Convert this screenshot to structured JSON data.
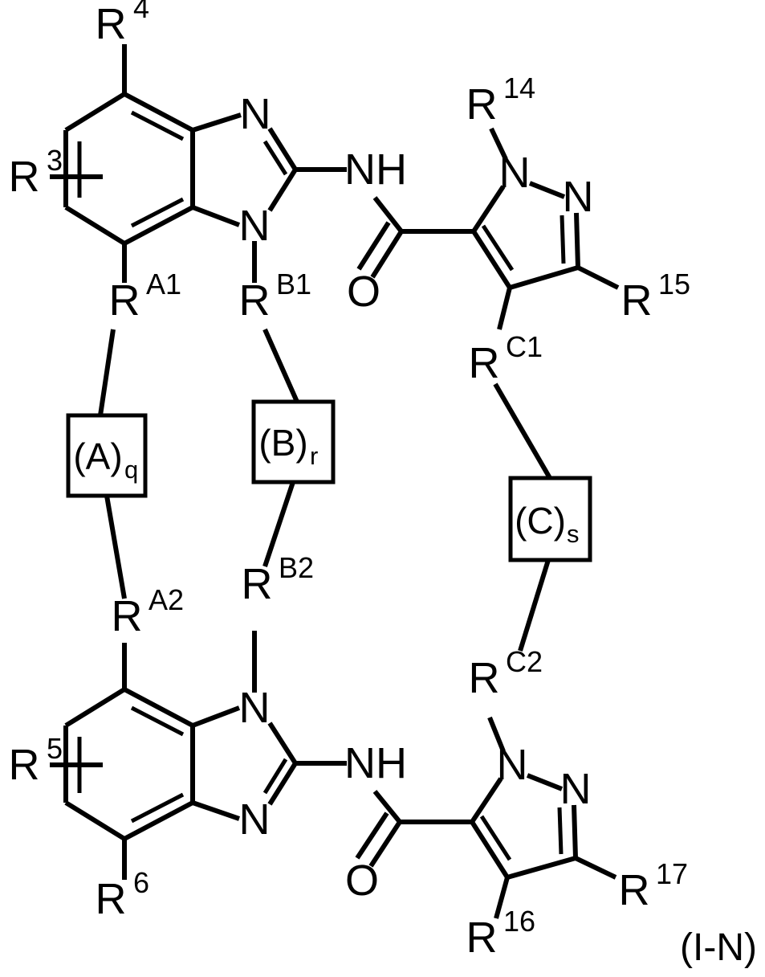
{
  "figure": {
    "type": "chemical-structure",
    "title": "Markush chemical structure formula (I-N)",
    "formula_tag": "(I-N)",
    "description": "Macrocyclic bis(benzimidazole-2-yl pyrazole-5-carboxamide) Markush structure with linker boxes (A)q, (B)r and (C)s"
  },
  "labels": {
    "r3": "R",
    "r3_sup": "3",
    "r4": "R",
    "r4_sup": "4",
    "r5": "R",
    "r5_sup": "5",
    "r6": "R",
    "r6_sup": "6",
    "r14": "R",
    "r14_sup": "14",
    "r15": "R",
    "r15_sup": "15",
    "r16": "R",
    "r16_sup": "16",
    "r17": "R",
    "r17_sup": "17",
    "ra1": "R",
    "ra1_sup": "A1",
    "ra2": "R",
    "ra2_sup": "A2",
    "rb1": "R",
    "rb1_sup": "B1",
    "rb2": "R",
    "rb2_sup": "B2",
    "rc1": "R",
    "rc1_sup": "C1",
    "rc2": "R",
    "rc2_sup": "C2"
  },
  "atoms": {
    "n_top_imidazole": "N",
    "n_bottom_imidazole": "N",
    "nh_top_amide": "NH",
    "nh_bottom_amide": "NH",
    "o_top_carbonyl": "O",
    "o_bottom_carbonyl": "O",
    "n1_top_pyrazole": "N",
    "n2_top_pyrazole": "N",
    "n1_bottom_pyrazole": "N",
    "n2_bottom_pyrazole": "N",
    "n_top2_imidazole": "N",
    "n_bottom2_imidazole": "N"
  },
  "linker_boxes": [
    {
      "id": "box-a",
      "label": "(A)",
      "subscript": "q"
    },
    {
      "id": "box-b",
      "label": "(B)",
      "subscript": "r"
    },
    {
      "id": "box-c",
      "label": "(C)",
      "subscript": "s"
    }
  ],
  "colors": {
    "stroke": "#000000",
    "background": "#ffffff"
  }
}
